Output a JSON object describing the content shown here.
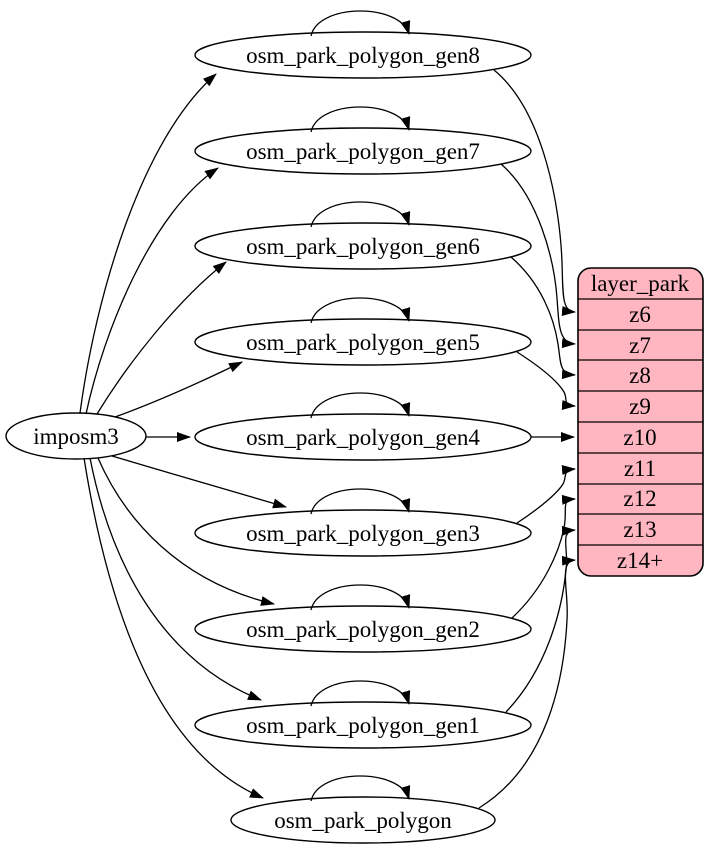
{
  "graph": {
    "background": "#ffffff",
    "colors": {
      "node_fill": "#ffffff",
      "edge_stroke": "#000000",
      "text": "#000000"
    },
    "source": {
      "label": "imposm3"
    },
    "tables": [
      {
        "label": "osm_park_polygon_gen8"
      },
      {
        "label": "osm_park_polygon_gen7"
      },
      {
        "label": "osm_park_polygon_gen6"
      },
      {
        "label": "osm_park_polygon_gen5"
      },
      {
        "label": "osm_park_polygon_gen4"
      },
      {
        "label": "osm_park_polygon_gen3"
      },
      {
        "label": "osm_park_polygon_gen2"
      },
      {
        "label": "osm_park_polygon_gen1"
      },
      {
        "label": "osm_park_polygon"
      }
    ],
    "layer": {
      "title": "layer_park",
      "fill": "#ffb6c1",
      "rows": [
        "z6",
        "z7",
        "z8",
        "z9",
        "z10",
        "z11",
        "z12",
        "z13",
        "z14+"
      ]
    },
    "edges": [
      {
        "from": "imposm3",
        "to": "osm_park_polygon_gen8"
      },
      {
        "from": "imposm3",
        "to": "osm_park_polygon_gen7"
      },
      {
        "from": "imposm3",
        "to": "osm_park_polygon_gen6"
      },
      {
        "from": "imposm3",
        "to": "osm_park_polygon_gen5"
      },
      {
        "from": "imposm3",
        "to": "osm_park_polygon_gen4"
      },
      {
        "from": "imposm3",
        "to": "osm_park_polygon_gen3"
      },
      {
        "from": "imposm3",
        "to": "osm_park_polygon_gen2"
      },
      {
        "from": "imposm3",
        "to": "osm_park_polygon_gen1"
      },
      {
        "from": "imposm3",
        "to": "osm_park_polygon"
      },
      {
        "from": "osm_park_polygon_gen8",
        "to": "osm_park_polygon_gen8",
        "type": "self-loop"
      },
      {
        "from": "osm_park_polygon_gen7",
        "to": "osm_park_polygon_gen7",
        "type": "self-loop"
      },
      {
        "from": "osm_park_polygon_gen6",
        "to": "osm_park_polygon_gen6",
        "type": "self-loop"
      },
      {
        "from": "osm_park_polygon_gen5",
        "to": "osm_park_polygon_gen5",
        "type": "self-loop"
      },
      {
        "from": "osm_park_polygon_gen4",
        "to": "osm_park_polygon_gen4",
        "type": "self-loop"
      },
      {
        "from": "osm_park_polygon_gen3",
        "to": "osm_park_polygon_gen3",
        "type": "self-loop"
      },
      {
        "from": "osm_park_polygon_gen2",
        "to": "osm_park_polygon_gen2",
        "type": "self-loop"
      },
      {
        "from": "osm_park_polygon_gen1",
        "to": "osm_park_polygon_gen1",
        "type": "self-loop"
      },
      {
        "from": "osm_park_polygon",
        "to": "osm_park_polygon",
        "type": "self-loop"
      },
      {
        "from": "osm_park_polygon_gen8",
        "to": "layer_park.z6"
      },
      {
        "from": "osm_park_polygon_gen7",
        "to": "layer_park.z7"
      },
      {
        "from": "osm_park_polygon_gen6",
        "to": "layer_park.z8"
      },
      {
        "from": "osm_park_polygon_gen5",
        "to": "layer_park.z9"
      },
      {
        "from": "osm_park_polygon_gen4",
        "to": "layer_park.z10"
      },
      {
        "from": "osm_park_polygon_gen3",
        "to": "layer_park.z11"
      },
      {
        "from": "osm_park_polygon_gen2",
        "to": "layer_park.z12"
      },
      {
        "from": "osm_park_polygon_gen1",
        "to": "layer_park.z13"
      },
      {
        "from": "osm_park_polygon",
        "to": "layer_park.z14+"
      }
    ]
  }
}
